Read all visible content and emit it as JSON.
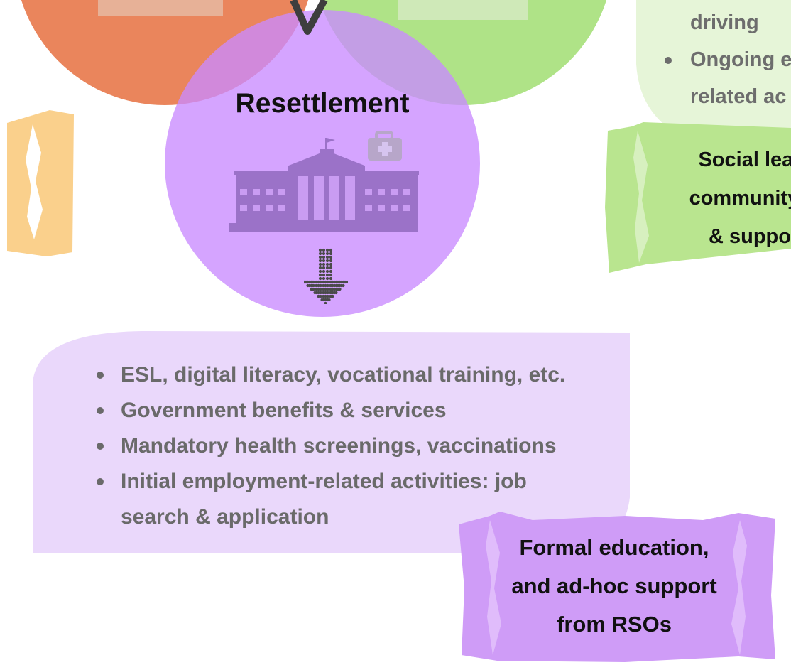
{
  "circles": {
    "resettlement": {
      "title": "Resettlement",
      "icons": [
        "government-building-icon",
        "medical-kit-icon",
        "dotted-down-arrow-icon"
      ],
      "color": "#cc99ff"
    },
    "top_left": {
      "color": "#e8784a"
    },
    "top_right": {
      "color": "#a6e07a"
    }
  },
  "green_panel": {
    "bullets": [
      "driving",
      "Ongoing e",
      "related ac"
    ],
    "bullet_markers": [
      false,
      true,
      false
    ]
  },
  "green_scroll": {
    "lines": [
      "Social lear",
      "community l",
      "& suppo"
    ]
  },
  "purple_panel": {
    "bullets": [
      {
        "lines": [
          "ESL, digital literacy, vocational training, etc."
        ]
      },
      {
        "lines": [
          "Government benefits & services"
        ]
      },
      {
        "lines": [
          "Mandatory health screenings, vaccinations"
        ]
      },
      {
        "lines": [
          "Initial employment-related activities: job",
          "search & application"
        ]
      }
    ]
  },
  "purple_scroll": {
    "lines": [
      "Formal education,",
      "and ad-hoc support",
      "from RSOs"
    ]
  },
  "colors": {
    "orange_scroll": "#fad08c",
    "green_scroll": "#b9e58f",
    "purple_scroll": "#cf9cf7",
    "green_panel": "#e6f5d8",
    "purple_panel": "#ead8fb",
    "icon": "#9b72c8",
    "text_dark": "#111111",
    "text_grey": "#6a6a6a"
  }
}
